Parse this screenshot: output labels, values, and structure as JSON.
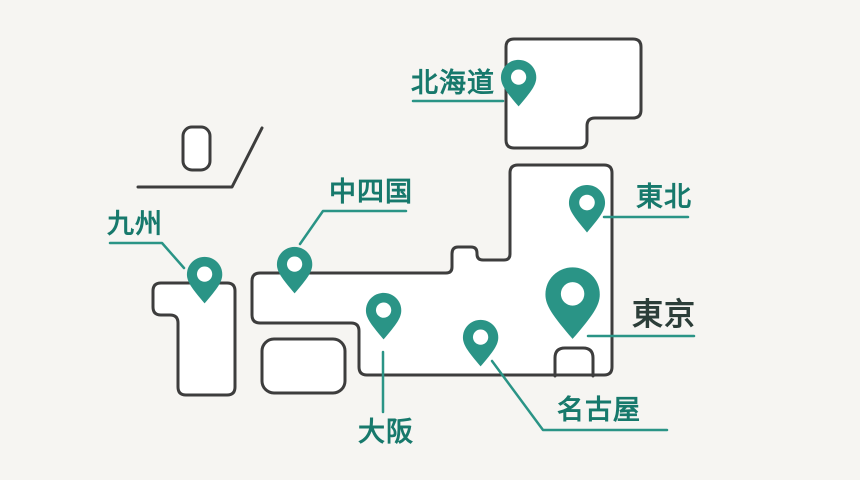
{
  "map": {
    "name": "japan-regions-map",
    "colors": {
      "background": "#f6f5f2",
      "island_fill": "#ffffff",
      "island_outline": "#3d3d3d",
      "pin": "#2a9486",
      "pin_hole": "#ffffff",
      "label": "#17796c",
      "emphasized_label": "#2c3e39",
      "leader_line": "#2a9486"
    },
    "regions": [
      {
        "id": "hokkaido",
        "label": "北海道",
        "emphasized": false
      },
      {
        "id": "tohoku",
        "label": "東北",
        "emphasized": false
      },
      {
        "id": "tokyo",
        "label": "東京",
        "emphasized": true
      },
      {
        "id": "nagoya",
        "label": "名古屋",
        "emphasized": false
      },
      {
        "id": "osaka",
        "label": "大阪",
        "emphasized": false
      },
      {
        "id": "chushikoku",
        "label": "中四国",
        "emphasized": false
      },
      {
        "id": "kyushu",
        "label": "九州",
        "emphasized": false
      }
    ]
  }
}
